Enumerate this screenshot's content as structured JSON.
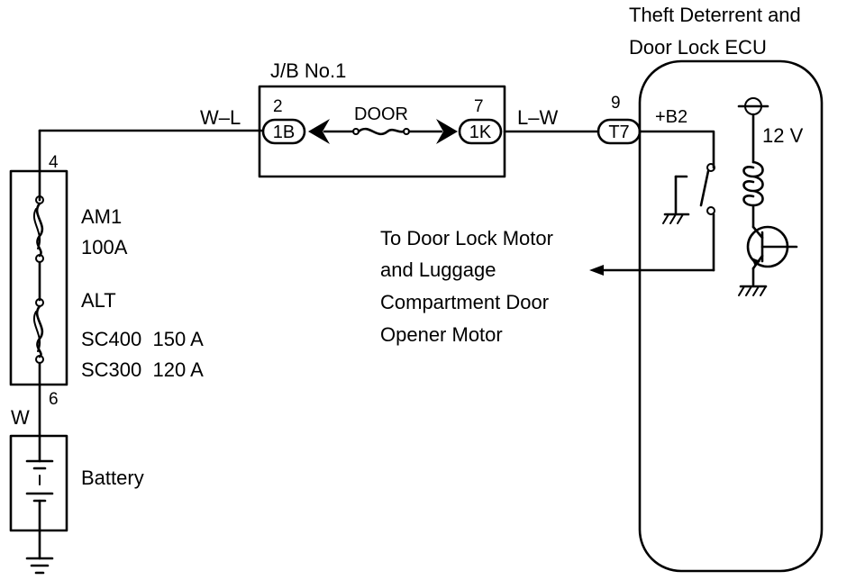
{
  "ecu": {
    "title_line1": "Theft Deterrent and",
    "title_line2": "Door Lock ECU",
    "supply_label": "+B2",
    "voltage_label": "12 V"
  },
  "junction_block": {
    "title": "J/B No.1",
    "fuse_label": "DOOR",
    "left_connector": "1B",
    "left_pin": "2",
    "right_connector": "1K",
    "right_pin": "7"
  },
  "wires": {
    "left_color": "W–L",
    "right_color": "L–W",
    "battery_color": "W"
  },
  "ecu_connector": {
    "name": "T7",
    "pin": "9"
  },
  "fusible_links": {
    "top_pin": "4",
    "bottom_pin": "6",
    "am1_name": "AM1",
    "am1_rating": "100A",
    "alt_name": "ALT",
    "alt_sc400": "SC400  150 A",
    "alt_sc300": "SC300  120 A"
  },
  "battery": {
    "label": "Battery"
  },
  "output_note": {
    "line1": "To Door Lock Motor",
    "line2": "and Luggage",
    "line3": "Compartment Door",
    "line4": "Opener Motor"
  }
}
